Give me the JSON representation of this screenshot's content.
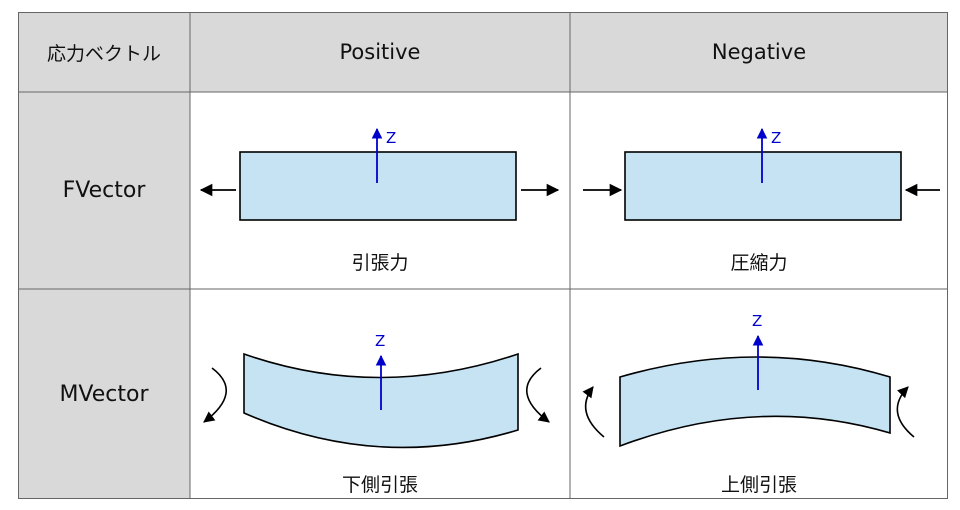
{
  "header": {
    "corner_label": "応力ベクトル",
    "col_positive": "Positive",
    "col_negative": "Negative"
  },
  "rows": {
    "fvector_label": "FVector",
    "mvector_label": "MVector"
  },
  "captions": {
    "f_positive": "引張力",
    "f_negative": "圧縮力",
    "m_positive": "下側引張",
    "m_negative": "上側引張"
  },
  "axis": {
    "z_label": "Z"
  },
  "colors": {
    "header_bg": "#d9d9d9",
    "shape_fill": "#c5e3f3",
    "axis_blue": "#0000cc"
  }
}
